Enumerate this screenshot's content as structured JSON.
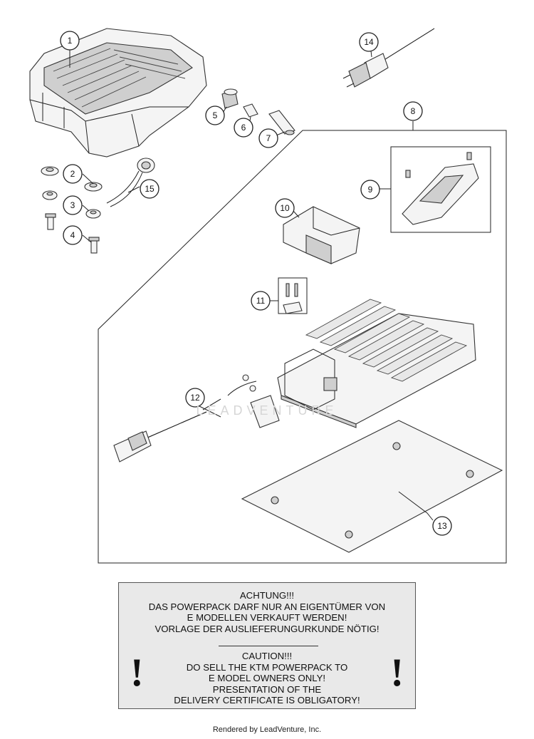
{
  "callouts": [
    "1",
    "2",
    "3",
    "4",
    "5",
    "6",
    "7",
    "8",
    "9",
    "10",
    "11",
    "12",
    "13",
    "14",
    "15"
  ],
  "watermark": {
    "text": "LEADVENTURE"
  },
  "warning": {
    "de": [
      "ACHTUNG!!!",
      "DAS POWERPACK DARF NUR AN EIGENTÜMER VON",
      "E MODELLEN VERKAUFT WERDEN!",
      "VORLAGE DER AUSLIEFERUNGURKUNDE NÖTIG!"
    ],
    "en": [
      "CAUTION!!!",
      "DO SELL THE KTM POWERPACK TO",
      "E MODEL OWNERS ONLY!",
      "PRESENTATION OF THE",
      "DELIVERY CERTIFICATE IS OBLIGATORY!"
    ],
    "symbol": "!"
  },
  "footer": {
    "text": "Rendered by LeadVenture, Inc."
  }
}
